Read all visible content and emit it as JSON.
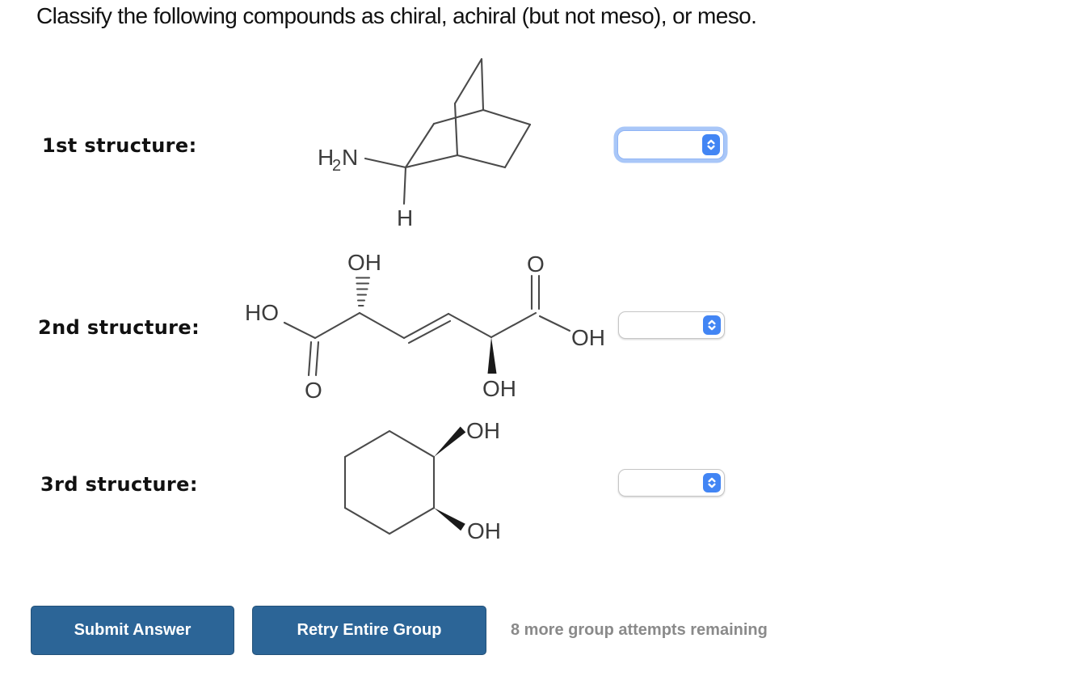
{
  "title": "Classify the following compounds as chiral, achiral (but not meso), or meso.",
  "structures": [
    {
      "label": "1st structure:",
      "atoms": {
        "n_h": "H",
        "n_sub": "2",
        "n_n": "N",
        "h_down": "H"
      }
    },
    {
      "label": "2nd structure:",
      "atoms": {
        "ho_left": "HO",
        "o_left": "O",
        "oh_top": "OH",
        "oh_mid": "OH",
        "o_right": "O",
        "oh_right": "OH"
      }
    },
    {
      "label": "3rd structure:",
      "atoms": {
        "oh_top": "OH",
        "oh_bottom": "OH"
      }
    }
  ],
  "dropdowns": [
    {
      "value": "",
      "focused": true
    },
    {
      "value": "",
      "focused": false
    },
    {
      "value": "",
      "focused": false
    }
  ],
  "buttons": {
    "submit": "Submit Answer",
    "retry": "Retry Entire Group"
  },
  "attempts_note": "8 more group attempts remaining",
  "colors": {
    "stepper_blue": "#4285f4",
    "focus_ring": "#a9c7f8",
    "button_blue": "#2c6597",
    "bond_gray": "#4a4a4a",
    "note_gray": "#8a8a8a"
  }
}
